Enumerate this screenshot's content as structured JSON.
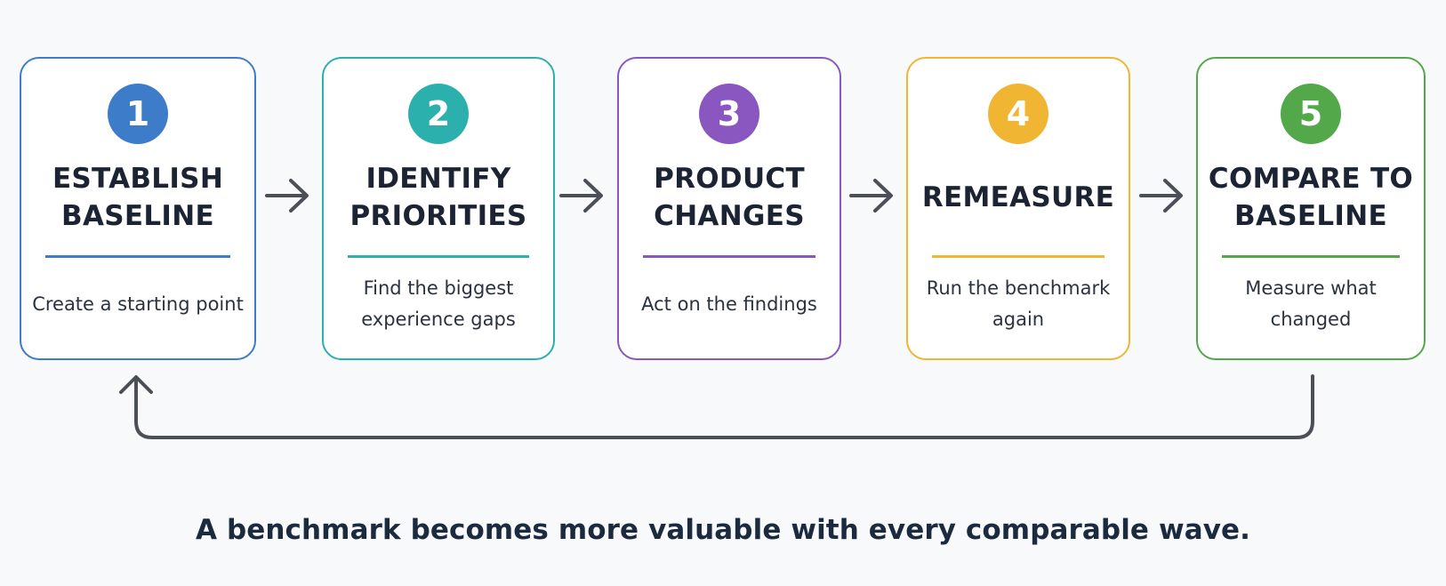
{
  "steps": [
    {
      "num": "1",
      "title": "ESTABLISH\nBASELINE",
      "desc": "Create a starting point",
      "color": "#3d7cc9"
    },
    {
      "num": "2",
      "title": "IDENTIFY\nPRIORITIES",
      "desc": "Find the biggest\nexperience gaps",
      "color": "#2cb0ad"
    },
    {
      "num": "3",
      "title": "PRODUCT\nCHANGES",
      "desc": "Act on the findings",
      "color": "#8957bf"
    },
    {
      "num": "4",
      "title": "REMEASURE",
      "desc": "Run the benchmark\nagain",
      "color": "#f0b533"
    },
    {
      "num": "5",
      "title": "COMPARE TO\nBASELINE",
      "desc": "Measure what\nchanged",
      "color": "#53a94a"
    }
  ],
  "arrow_color": "#4a4f58",
  "caption": "A benchmark becomes more valuable with every comparable wave."
}
